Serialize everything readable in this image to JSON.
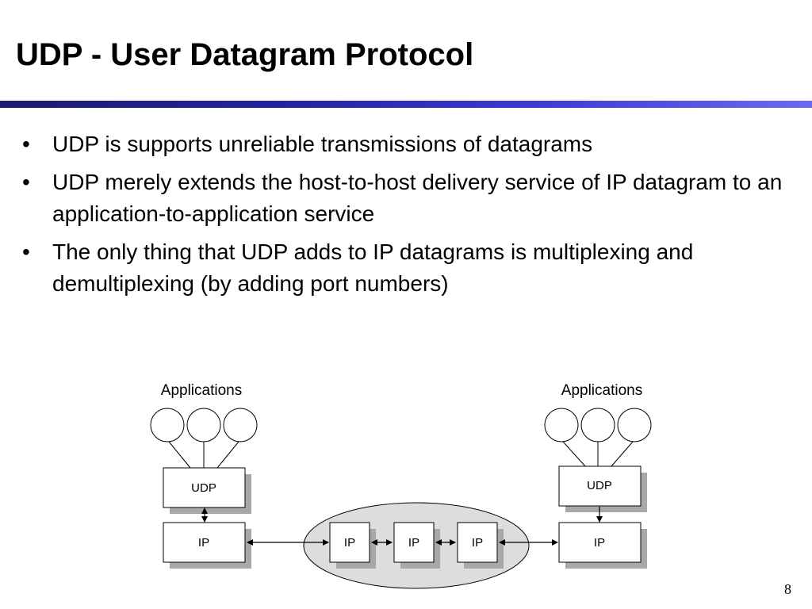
{
  "slide": {
    "title": "UDP - User Datagram Protocol",
    "page_number": "8"
  },
  "bullets": [
    "UDP is supports unreliable transmissions of datagrams",
    "UDP merely extends the host-to-host delivery service of  IP datagram to an application-to-application service",
    "The only thing that UDP adds to IP datagrams is multiplexing and demultiplexing (by adding port numbers)"
  ],
  "diagram": {
    "left_host": {
      "applications_label": "Applications",
      "udp_label": "UDP",
      "ip_label": "IP"
    },
    "right_host": {
      "applications_label": "Applications",
      "udp_label": "UDP",
      "ip_label": "IP"
    },
    "routers": [
      "IP",
      "IP",
      "IP"
    ],
    "colors": {
      "network_fill": "#dddddd",
      "box_shadow": "#a8a8a8",
      "box_fill": "#ffffff",
      "stroke": "#000000"
    }
  }
}
